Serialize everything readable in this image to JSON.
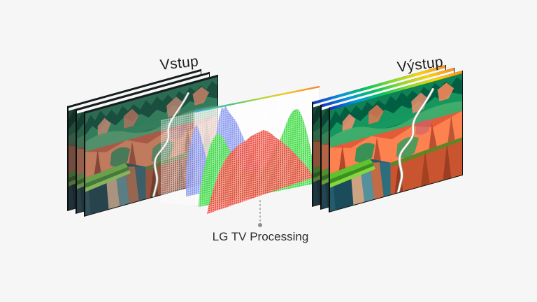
{
  "background_color": "#f6f6f6",
  "labels": {
    "input": "Vstup",
    "output": "Výstup",
    "processing": "LG TV Processing"
  },
  "diagram": {
    "description": "input image stack -> RGB histogram processing glass -> vivid output image stack",
    "input_panel_count": 3,
    "output_panel_count": 3,
    "output_edge_gradient": [
      "#1530c8",
      "#0095e8",
      "#00c85a",
      "#8adc28",
      "#ffd400",
      "#ff8c1a"
    ],
    "glass_edge_gradient": [
      "#38b0e8",
      "#4cc87a",
      "#b8d83c",
      "#f5c51e",
      "#f57f2a"
    ]
  },
  "histogram": {
    "type": "area",
    "channels": [
      "blue",
      "green",
      "red"
    ],
    "colors": {
      "blue": "#7486ec",
      "green": "#35d93a",
      "red": "#e8402f"
    },
    "glass_points": "278,160 457,124 457,258 278,294",
    "mesh_points": "230,172 278,160 278,294 230,290",
    "blue_points": "266,281 266,240 270,215 274,196 278,183 282,179 286,191 290,206 294,222 298,236 301,242 304,224 307,204 310,186 313,170 316,158 318,152 320,157 322,150 325,156 328,161 332,166 336,171 340,178 345,190 350,201 355,212 360,221 366,231 372,240 378,247 384,252 391,255 398,254 406,252 414,249 422,246 430,244 430,248",
    "green_points": "284,296 285,280 288,260 292,240 296,224 300,210 304,200 308,194 312,191 316,193 320,199 325,208 330,218 335,227 341,235 347,241 353,245 359,247 365,247 371,244 377,239 383,232 389,223 395,212 400,201 405,189 409,178 413,168 417,161 421,157 425,156 428,158 431,164 434,172 437,182 440,194 443,207 445,218 447,228 448,234 448,263",
    "red_points": "296,306 298,296 302,282 306,268 310,256 314,245 318,236 322,229 326,223 330,218 334,214 338,210 342,207 346,204 350,202 353,200 356,197 359,195 362,193 365,192 368,190 371,189 374,187 377,186 380,187 383,188 386,190 389,192 392,195 395,197 398,199 402,202 406,205 410,209 414,212 418,216 422,220 426,224 430,229 434,233 438,238 442,243 446,249 448,252 448,254"
  }
}
